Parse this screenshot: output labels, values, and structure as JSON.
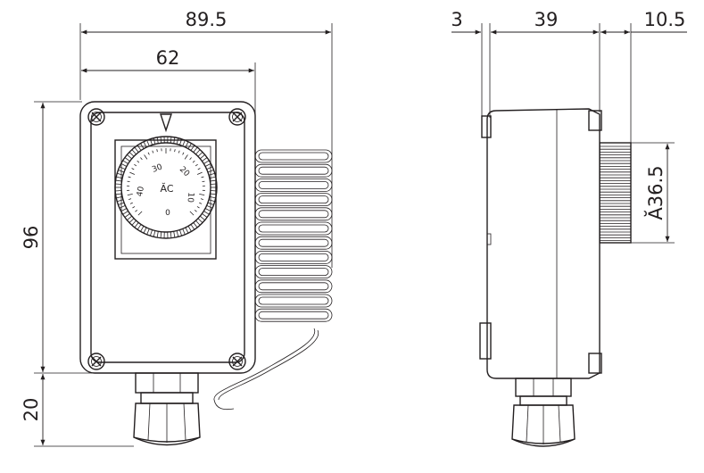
{
  "dimensions": {
    "overall_width": "89.5",
    "body_width": "62",
    "body_height": "96",
    "gland_height": "20",
    "side_offset": "3",
    "side_depth": "39",
    "knob_depth": "10.5",
    "knob_diameter": "Ă36.5"
  },
  "dial": {
    "unit": "ĂC",
    "scale": [
      "40",
      "30",
      "20",
      "10",
      "0"
    ]
  },
  "colors": {
    "line": "#231f20",
    "background": "#ffffff"
  }
}
